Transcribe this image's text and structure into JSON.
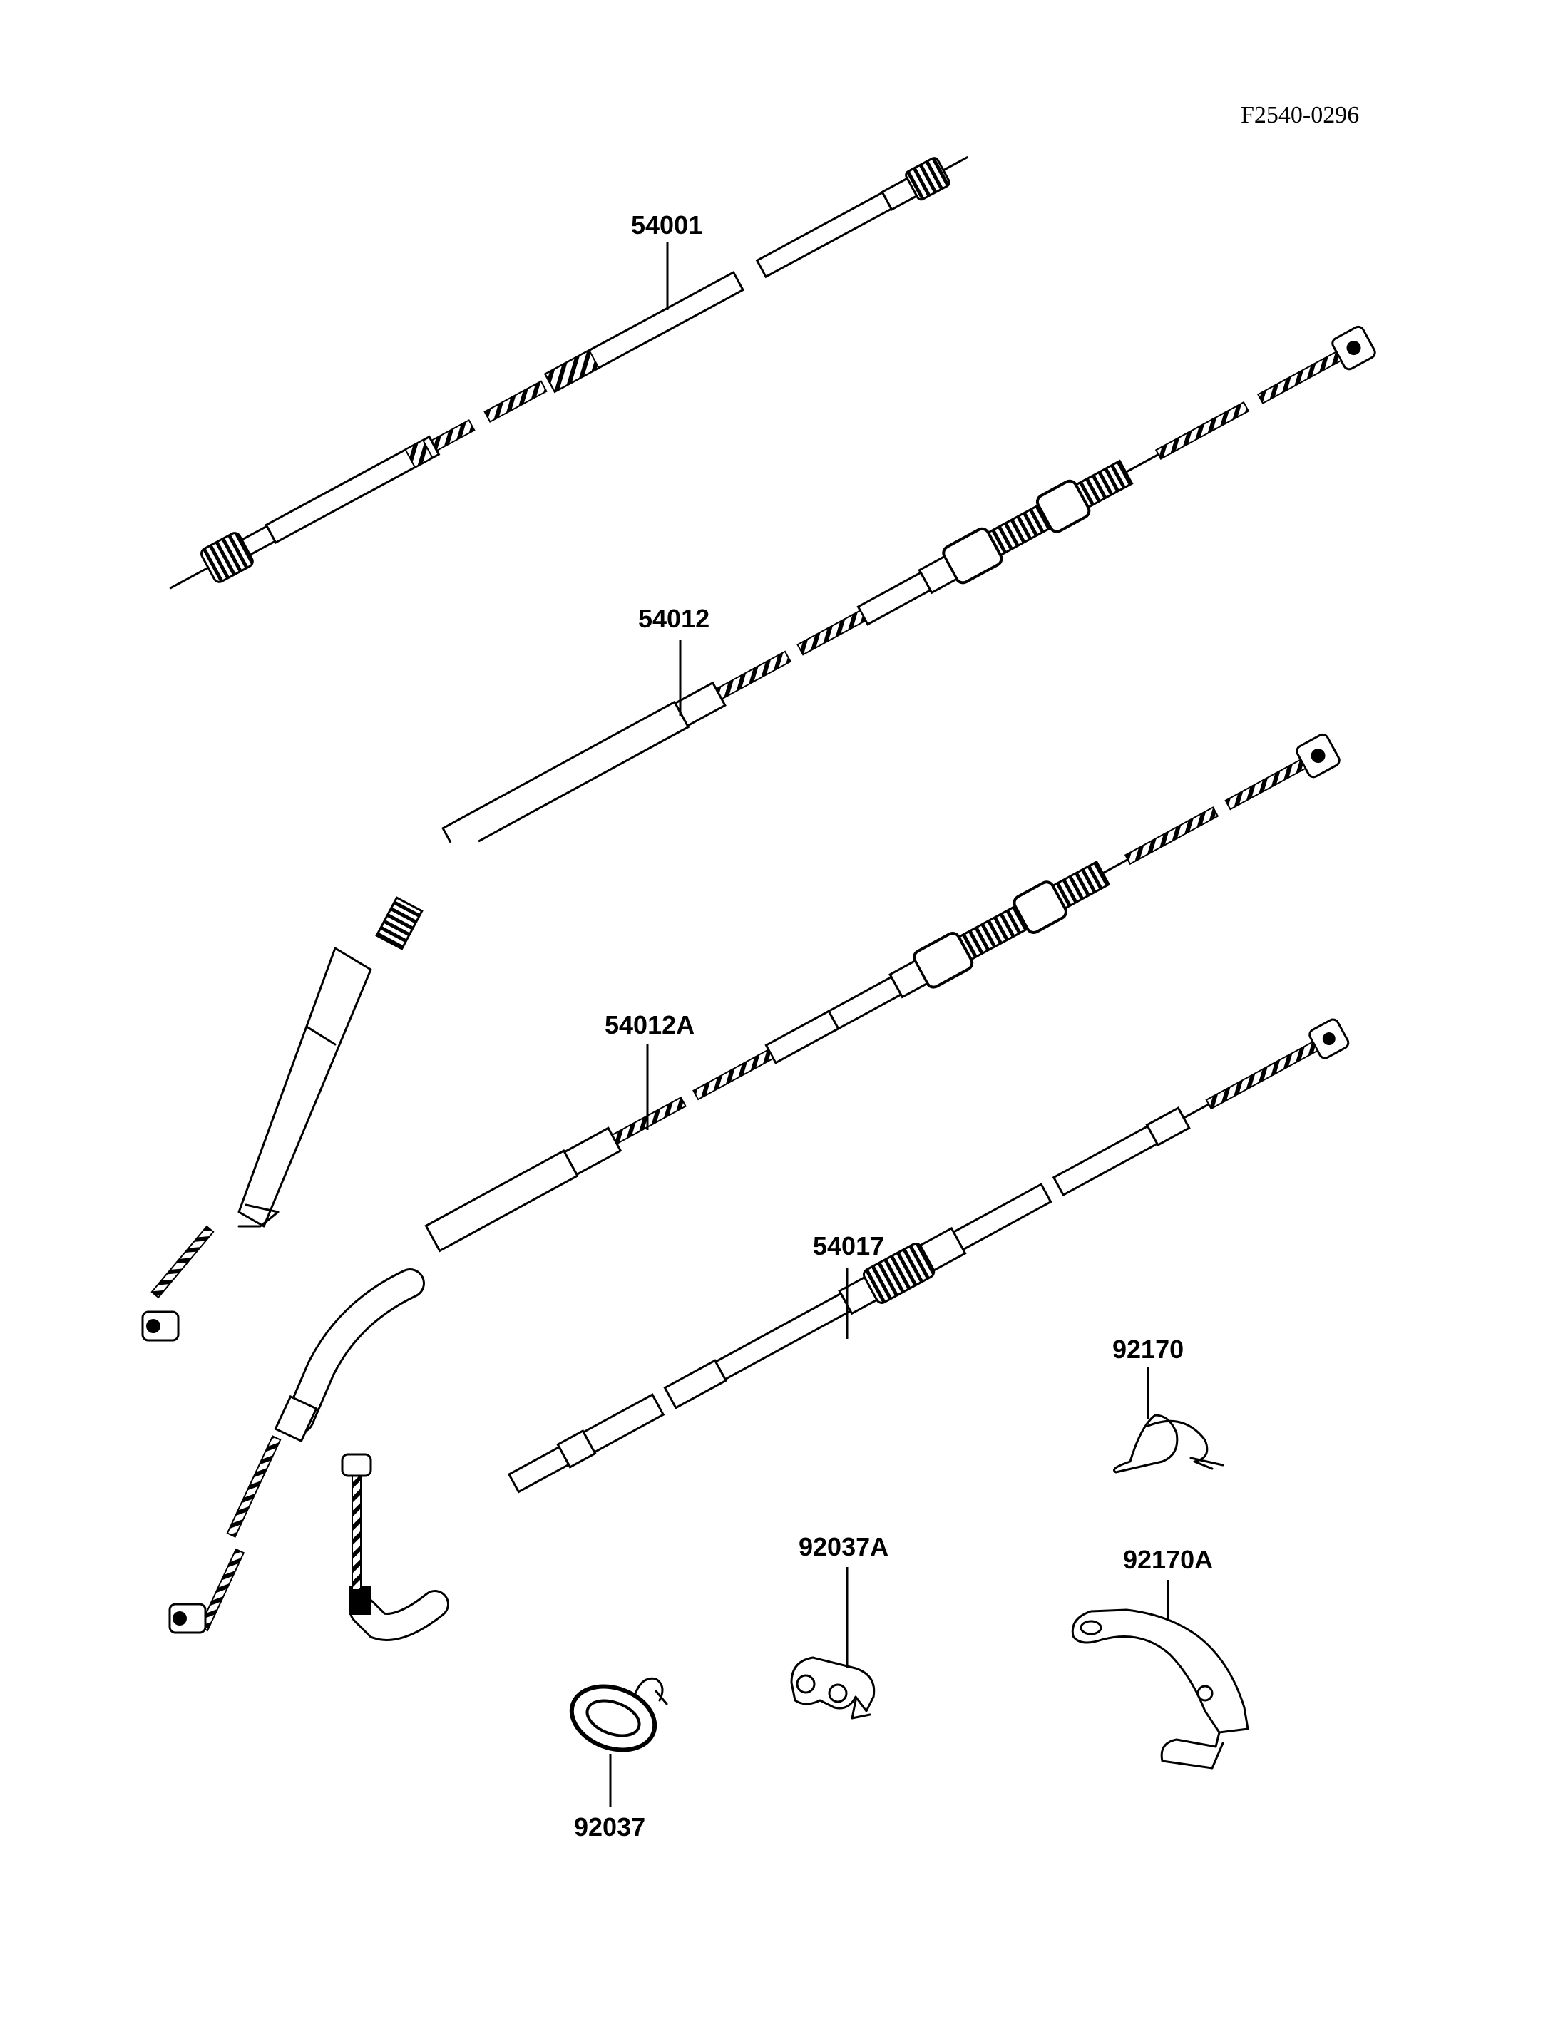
{
  "figure_code": "F2540-0296",
  "parts": [
    {
      "id": "p54001",
      "number": "54001"
    },
    {
      "id": "p54012",
      "number": "54012"
    },
    {
      "id": "p54012a",
      "number": "54012A"
    },
    {
      "id": "p54017",
      "number": "54017"
    },
    {
      "id": "p92170",
      "number": "92170"
    },
    {
      "id": "p92037a",
      "number": "92037A"
    },
    {
      "id": "p92170a",
      "number": "92170A"
    },
    {
      "id": "p92037",
      "number": "92037"
    }
  ]
}
